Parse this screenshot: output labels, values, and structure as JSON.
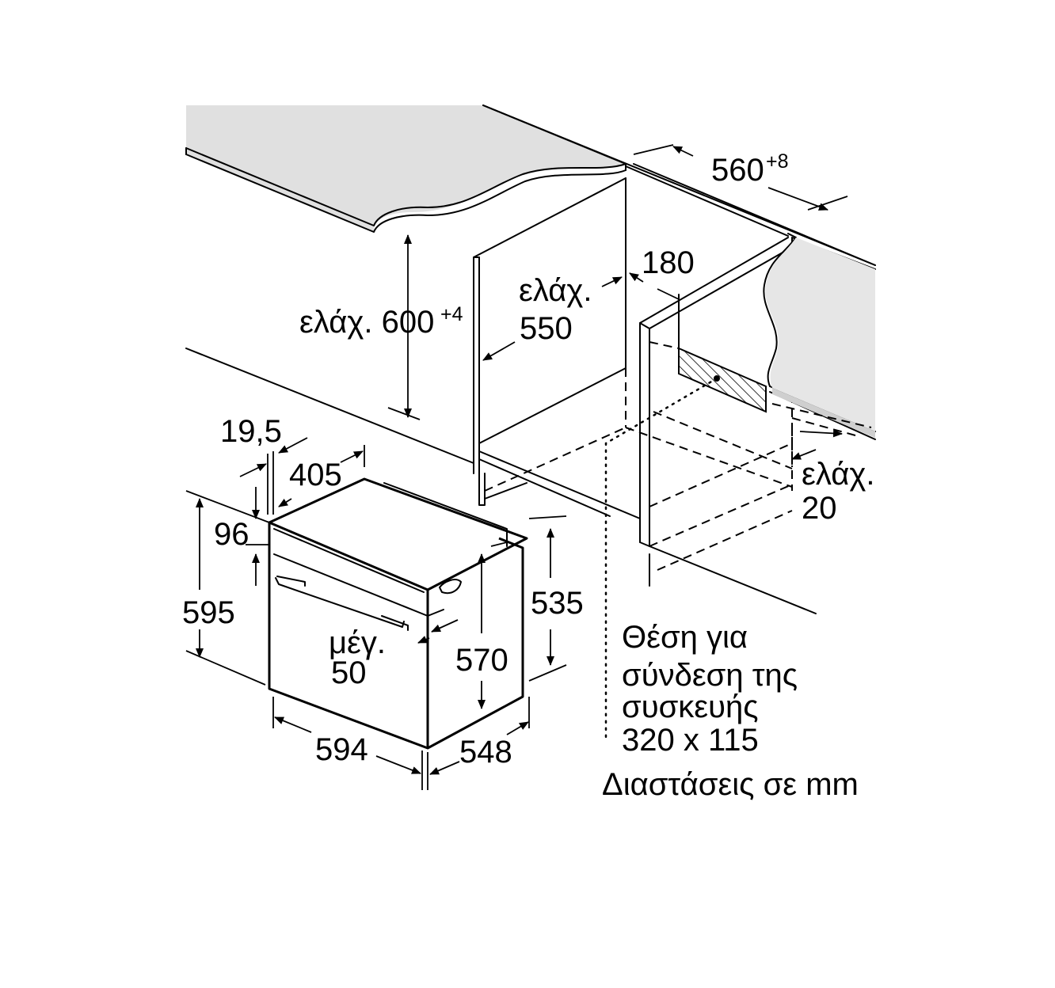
{
  "labels": {
    "width_560": "560",
    "width_560_tol": "+8",
    "height_600": "ελάχ. 600",
    "height_600_tol": "+4",
    "depth_550_a": "ελάχ.",
    "depth_550_b": "550",
    "gap_180": "180",
    "min20_a": "ελάχ.",
    "min20_b": "20",
    "front_19_5": "19,5",
    "top_405": "405",
    "front_96": "96",
    "height_595": "595",
    "max50_a": "μέγ.",
    "max50_b": "50",
    "height_570": "570",
    "height_535": "535",
    "width_594": "594",
    "depth_548": "548"
  },
  "note": {
    "line1": "Θέση για",
    "line2": "σύνδεση της",
    "line3": "συσκευής",
    "line4": "320 x 115"
  },
  "units": "Διαστάσεις σε mm"
}
